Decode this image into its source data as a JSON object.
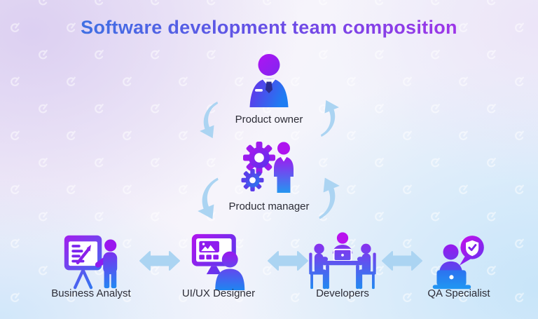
{
  "title": "Software development team composition",
  "palette": {
    "title_gradient": [
      "#2E7EE2",
      "#6A4DE6",
      "#B42AE9"
    ],
    "icon_gradient": [
      "#B013EE",
      "#1E86F0"
    ],
    "connector_blue": "#ABD4F2",
    "label_color": "#2C2C36"
  },
  "nodes": {
    "product_owner": {
      "label": "Product owner",
      "icon": "product-owner-icon"
    },
    "product_manager": {
      "label": "Product manager",
      "icon": "product-manager-icon"
    },
    "business_analyst": {
      "label": "Business Analyst",
      "icon": "business-analyst-icon"
    },
    "uiux_designer": {
      "label": "UI/UX Designer",
      "icon": "uiux-designer-icon"
    },
    "developers": {
      "label": "Developers",
      "icon": "developers-icon"
    },
    "qa_specialist": {
      "label": "QA Specialist",
      "icon": "qa-specialist-icon"
    }
  },
  "connectors": {
    "cycle_arrows": [
      "cycle-arrow-top-left",
      "cycle-arrow-top-right",
      "cycle-arrow-bottom-left",
      "cycle-arrow-bottom-right"
    ],
    "row_arrows": [
      "analyst-designer-arrow",
      "designer-developers-arrow",
      "developers-qa-arrow"
    ]
  },
  "background_pattern_icon": "e-logo-watermark"
}
